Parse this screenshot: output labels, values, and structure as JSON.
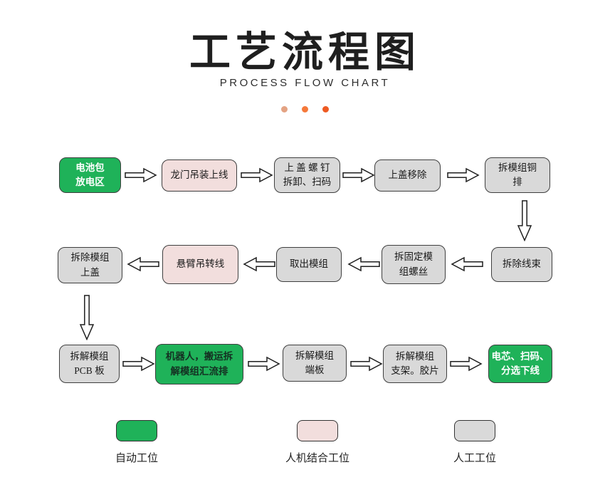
{
  "header": {
    "title": "工艺流程图",
    "subtitle": "PROCESS FLOW CHART",
    "dot_colors": [
      "#e4a383",
      "#f5793a",
      "#ee5a22"
    ]
  },
  "station_colors": {
    "auto": "#1fb259",
    "hybrid": "#f2dedd",
    "manual": "#d9d9d9"
  },
  "icons": {
    "arrow_right": "hollow block arrow pointing right",
    "arrow_left": "hollow block arrow pointing left",
    "arrow_down": "hollow block arrow pointing down"
  },
  "flow": {
    "nodes": [
      {
        "station": "auto",
        "line1": "电池包",
        "line2": "放电区"
      },
      {
        "station": "hybrid",
        "line1": "龙门吊装上线",
        "line2": ""
      },
      {
        "station": "manual",
        "line1": "上 盖 螺 钉",
        "line2": "拆卸、扫码"
      },
      {
        "station": "manual",
        "line1": "上盖移除",
        "line2": ""
      },
      {
        "station": "manual",
        "line1": "拆模组铜",
        "line2": "排"
      },
      {
        "station": "manual",
        "line1": "拆除线束",
        "line2": ""
      },
      {
        "station": "manual",
        "line1": "拆固定模",
        "line2": "组螺丝"
      },
      {
        "station": "manual",
        "line1": "取出模组",
        "line2": ""
      },
      {
        "station": "hybrid",
        "line1": "悬臂吊转线",
        "line2": ""
      },
      {
        "station": "manual",
        "line1": "拆除模组",
        "line2": "上盖"
      },
      {
        "station": "manual",
        "line1": "拆解模组",
        "line2": "PCB 板"
      },
      {
        "station": "auto",
        "line1": "机器人，搬运拆",
        "line2": "解模组汇流排"
      },
      {
        "station": "manual",
        "line1": "拆解模组",
        "line2": "端板"
      },
      {
        "station": "manual",
        "line1": "拆解模组",
        "line2": "支架。胶片"
      },
      {
        "station": "auto",
        "line1": "电芯、扫码、",
        "line2": "分选下线"
      }
    ]
  },
  "legend": {
    "items": [
      {
        "station": "auto",
        "label": "自动工位"
      },
      {
        "station": "hybrid",
        "label": "人机结合工位"
      },
      {
        "station": "manual",
        "label": "人工工位"
      }
    ]
  }
}
